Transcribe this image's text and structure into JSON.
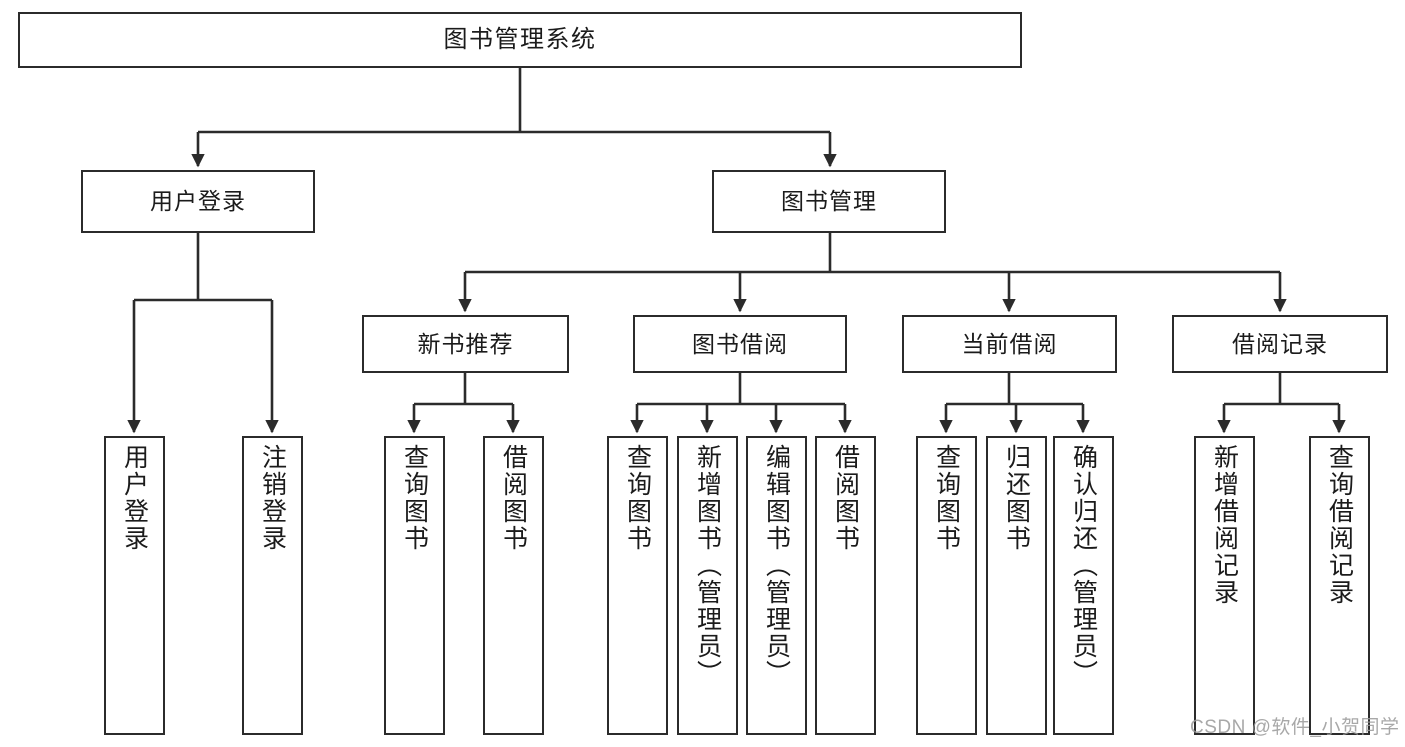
{
  "diagram": {
    "title": "图书管理系统",
    "type": "function-hierarchy-tree",
    "watermark": "CSDN @软件_小贺同学",
    "colors": {
      "box_border": "#2b2b2b",
      "box_fill": "#ffffff",
      "connector": "#2b2b2b",
      "background": "#ffffff",
      "watermark": "#9a9a9a"
    },
    "levels": {
      "level1": [
        {
          "id": "root",
          "label": "图书管理系统"
        }
      ],
      "level2": [
        {
          "id": "user-login",
          "label": "用户登录"
        },
        {
          "id": "book-management",
          "label": "图书管理"
        }
      ],
      "level3": [
        {
          "id": "new-book-recommend",
          "label": "新书推荐"
        },
        {
          "id": "book-borrow",
          "label": "图书借阅"
        },
        {
          "id": "current-borrow",
          "label": "当前借阅"
        },
        {
          "id": "borrow-record",
          "label": "借阅记录"
        }
      ],
      "level4": [
        {
          "id": "leaf-user-login",
          "label": "用户登录",
          "parent": "user-login"
        },
        {
          "id": "leaf-logout-login",
          "label": "注销登录",
          "parent": "user-login"
        },
        {
          "id": "leaf-query-book-1",
          "label": "查询图书",
          "parent": "new-book-recommend"
        },
        {
          "id": "leaf-borrow-book-1",
          "label": "借阅图书",
          "parent": "new-book-recommend"
        },
        {
          "id": "leaf-query-book-2",
          "label": "查询图书",
          "parent": "book-borrow"
        },
        {
          "id": "leaf-add-book",
          "label": "新增图书（管理员）",
          "parent": "book-borrow"
        },
        {
          "id": "leaf-edit-book",
          "label": "编辑图书（管理员）",
          "parent": "book-borrow"
        },
        {
          "id": "leaf-borrow-book-2",
          "label": "借阅图书",
          "parent": "book-borrow"
        },
        {
          "id": "leaf-query-book-3",
          "label": "查询图书",
          "parent": "current-borrow"
        },
        {
          "id": "leaf-return-book",
          "label": "归还图书",
          "parent": "current-borrow"
        },
        {
          "id": "leaf-confirm-return",
          "label": "确认归还（管理员）",
          "parent": "current-borrow"
        },
        {
          "id": "leaf-add-record",
          "label": "新增借阅记录",
          "parent": "borrow-record"
        },
        {
          "id": "leaf-query-record",
          "label": "查询借阅记录",
          "parent": "borrow-record"
        }
      ]
    }
  }
}
